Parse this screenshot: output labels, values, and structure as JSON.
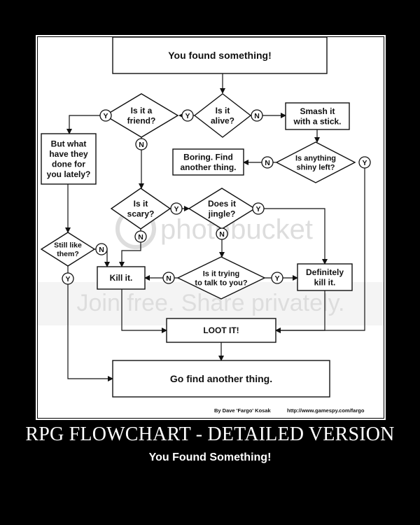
{
  "poster": {
    "title": "RPG FLOWCHART - DETAILED VERSION",
    "subtitle": "You Found Something!"
  },
  "chart": {
    "credit_author": "By Dave 'Fargo' Kosak",
    "credit_url": "http://www.gamespy.com/fargo",
    "watermark_logo": "photobucket",
    "watermark_banner": "Join free. Share privately."
  },
  "nodes": [
    {
      "id": "start",
      "lines": [
        "You found something!"
      ]
    },
    {
      "id": "alive",
      "lines": [
        "Is it",
        "alive?"
      ]
    },
    {
      "id": "friend",
      "lines": [
        "Is it a",
        "friend?"
      ]
    },
    {
      "id": "smash",
      "lines": [
        "Smash it",
        "with a stick."
      ]
    },
    {
      "id": "what",
      "lines": [
        "But what",
        "have they",
        "done for",
        "you lately?"
      ]
    },
    {
      "id": "shiny",
      "lines": [
        "Is anything",
        "shiny left?"
      ]
    },
    {
      "id": "boring",
      "lines": [
        "Boring. Find",
        "another thing."
      ]
    },
    {
      "id": "scary",
      "lines": [
        "Is it",
        "scary?"
      ]
    },
    {
      "id": "jingle",
      "lines": [
        "Does it",
        "jingle?"
      ]
    },
    {
      "id": "still",
      "lines": [
        "Still like",
        "them?"
      ]
    },
    {
      "id": "kill",
      "lines": [
        "Kill it."
      ]
    },
    {
      "id": "talk",
      "lines": [
        "Is it trying",
        "to talk to you?"
      ]
    },
    {
      "id": "definitely",
      "lines": [
        "Definitely",
        "kill it."
      ]
    },
    {
      "id": "loot",
      "lines": [
        "LOOT IT!"
      ]
    },
    {
      "id": "gofind",
      "lines": [
        "Go find another thing."
      ]
    }
  ],
  "yn": {
    "yes": "Y",
    "no": "N"
  }
}
